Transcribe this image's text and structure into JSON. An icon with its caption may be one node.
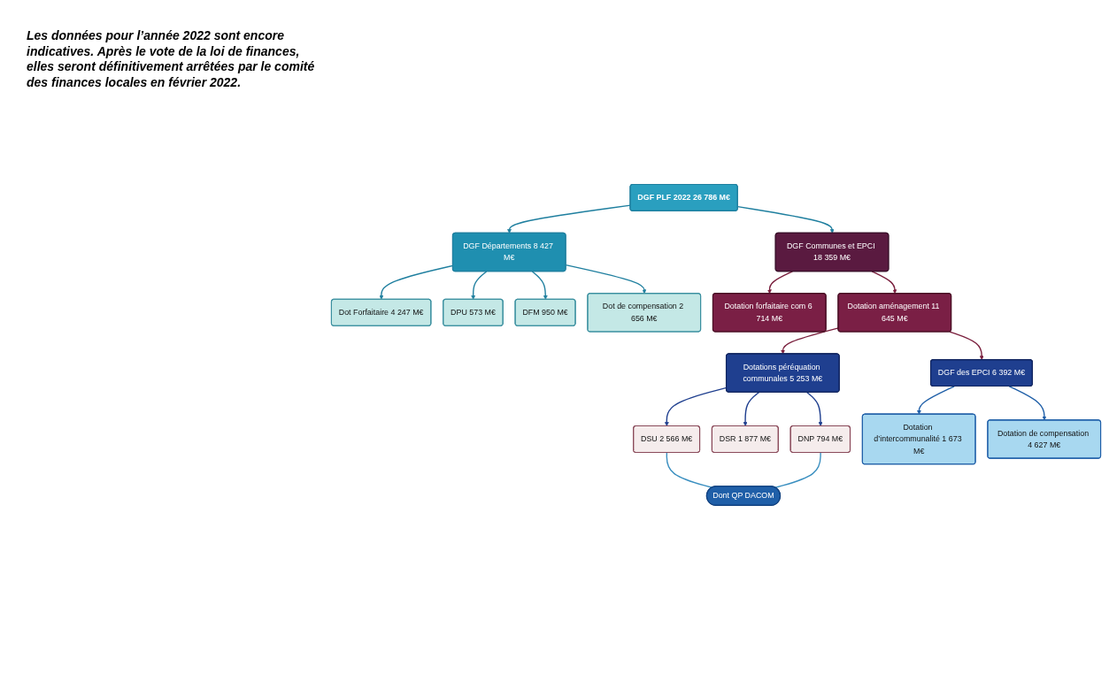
{
  "diagram": {
    "nodes": [
      {
        "text": [
          "DGF PLF 2022 26 786 M€"
        ]
      },
      {
        "text": [
          "DGF Communes et EPCI 18 359 M€"
        ]
      },
      {
        "text": [
          "DGF Départements 8 427 M€"
        ]
      },
      {
        "text": [
          "Dot Forfaitaire 4 247 M€"
        ]
      },
      {
        "text": [
          "DPU 573 M€"
        ]
      },
      {
        "text": [
          "DFM 950 M€"
        ]
      },
      {
        "text": [
          "Dot de compensation 2 656 M€"
        ]
      },
      {
        "text": [
          "Dotation forfaitaire com 6 714 M€"
        ]
      },
      {
        "text": [
          "Dotation aménagement 11 645 M€"
        ]
      },
      {
        "text": [
          "Dotations péréquation communales 5 253 M€"
        ]
      },
      {
        "text": [
          "DGF des EPCI 6 392 M€"
        ]
      },
      {
        "text": [
          "DSU 2 566 M€"
        ]
      },
      {
        "text": [
          "DSR 1 877 M€"
        ]
      },
      {
        "text": [
          "DNP 794 M€"
        ]
      },
      {
        "text": [
          "Dotation d’intercommunalité 1 673 M€"
        ]
      },
      {
        "text": [
          "Dotation de compensation 4 627 M€"
        ]
      },
      {
        "text": [
          "Dont QP DACOM"
        ]
      }
    ],
    "edges": [
      {
        "from": 0,
        "to": 1,
        "arrow": "to"
      },
      {
        "from": 0,
        "to": 2,
        "arrow": "to"
      },
      {
        "from": 2,
        "to": 3,
        "arrow": "to"
      },
      {
        "from": 2,
        "to": 4,
        "arrow": "to"
      },
      {
        "from": 2,
        "to": 5,
        "arrow": "to"
      },
      {
        "from": 2,
        "to": 6,
        "arrow": "to"
      },
      {
        "from": 1,
        "to": 7,
        "arrow": "to",
        "color": "#7a1f3d"
      },
      {
        "from": 1,
        "to": 8,
        "arrow": "to",
        "color": "#7a1f3d"
      },
      {
        "from": 8,
        "to": 9,
        "arrow": "to",
        "color": "#7a1f3d"
      },
      {
        "from": 8,
        "to": 10,
        "arrow": "to",
        "color": "#7a1f3d"
      },
      {
        "from": 9,
        "to": 11,
        "arrow": "to",
        "color": "#1f3f8f"
      },
      {
        "from": 9,
        "to": 12,
        "arrow": "to",
        "color": "#1f3f8f"
      },
      {
        "from": 9,
        "to": 13,
        "arrow": "to",
        "color": "#1f3f8f"
      },
      {
        "from": 10,
        "to": 14,
        "arrow": "to",
        "color": "#1f5fa8"
      },
      {
        "from": 10,
        "to": 15,
        "arrow": "to",
        "color": "#1f5fa8"
      },
      {
        "from": 11,
        "to": 16,
        "arrow": "none",
        "color": "#3a8fc0"
      },
      {
        "from": 13,
        "to": 16,
        "arrow": "none",
        "color": "#3a8fc0"
      }
    ],
    "labels": [
      "Les données pour l’année 2022 sont encore indicatives. Après le vote de la loi de finances, elles seront définitivement arrêtées par le comité des finances locales en février 2022."
    ]
  }
}
